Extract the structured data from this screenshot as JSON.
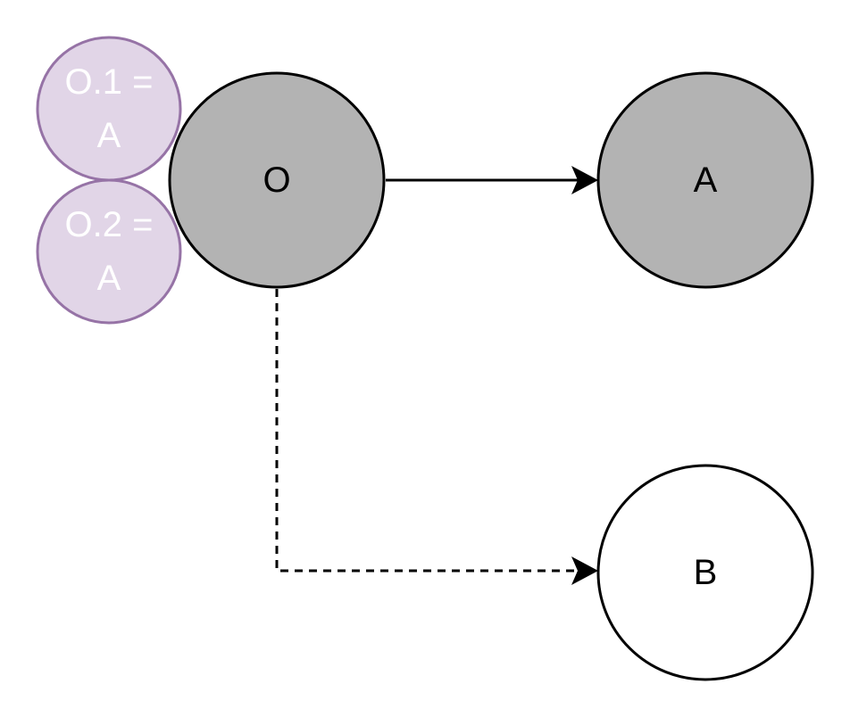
{
  "nodes": {
    "o": {
      "label": "O",
      "fill": "#b3b3b3",
      "stroke": "#000000"
    },
    "a": {
      "label": "A",
      "fill": "#b3b3b3",
      "stroke": "#000000"
    },
    "b": {
      "label": "B",
      "fill": "#ffffff",
      "stroke": "#000000"
    }
  },
  "tags": {
    "o1": {
      "line1": "O.1 =",
      "line2": "A"
    },
    "o2": {
      "line1": "O.2 =",
      "line2": "A"
    },
    "fill": "#e1d5e7",
    "stroke": "#9673a6",
    "text_color": "#ffffff"
  },
  "edges": [
    {
      "from": "O",
      "to": "A",
      "style": "solid"
    },
    {
      "from": "O",
      "to": "B",
      "style": "dashed"
    }
  ]
}
